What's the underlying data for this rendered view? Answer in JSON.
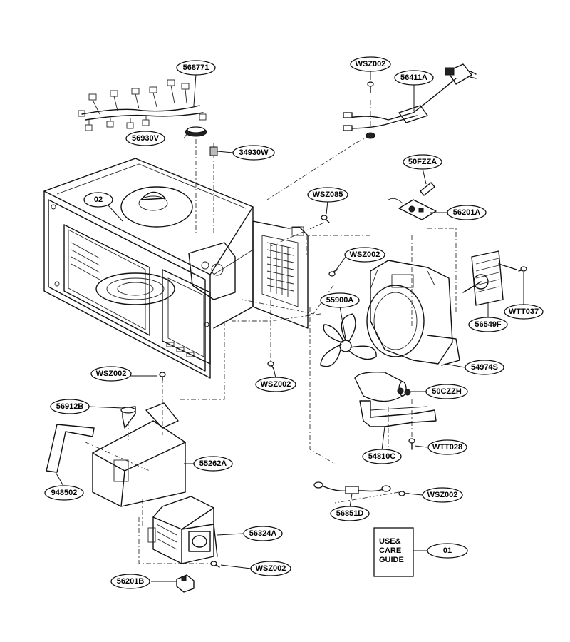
{
  "parts": [
    {
      "id": "568771"
    },
    {
      "id": "56930V"
    },
    {
      "id": "34930W"
    },
    {
      "id": "02"
    },
    {
      "id": "WSZ002"
    },
    {
      "id": "56411A"
    },
    {
      "id": "50FZZA"
    },
    {
      "id": "WSZ085"
    },
    {
      "id": "56201A"
    },
    {
      "id": "WSZ002"
    },
    {
      "id": "55900A"
    },
    {
      "id": "56549F"
    },
    {
      "id": "WTT037"
    },
    {
      "id": "54974S"
    },
    {
      "id": "WSZ002"
    },
    {
      "id": "WSZ002"
    },
    {
      "id": "50CZZH"
    },
    {
      "id": "56912B"
    },
    {
      "id": "55262A"
    },
    {
      "id": "54810C"
    },
    {
      "id": "WTT028"
    },
    {
      "id": "948502"
    },
    {
      "id": "WSZ002"
    },
    {
      "id": "56851D"
    },
    {
      "id": "56324A"
    },
    {
      "id": "01"
    },
    {
      "id": "WSZ002"
    },
    {
      "id": "56201B"
    }
  ],
  "guide": {
    "lines": [
      "USE&",
      "CARE",
      "GUIDE"
    ]
  }
}
